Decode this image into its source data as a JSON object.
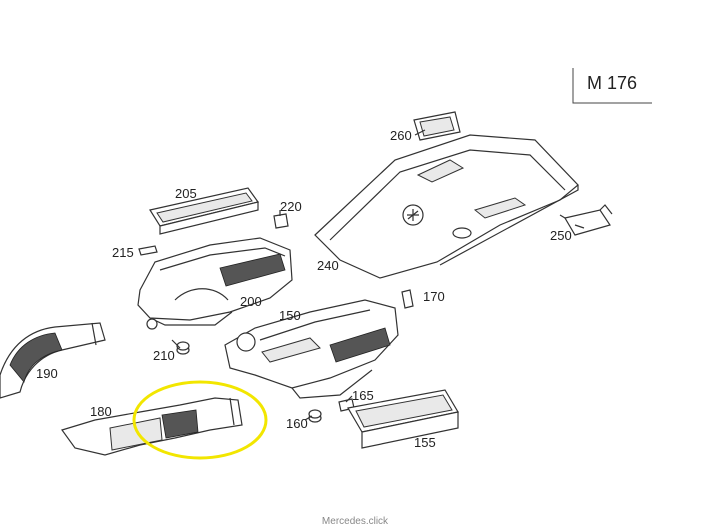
{
  "model_label": "M 176",
  "footer_text": "Mercedes.click",
  "highlight_color": "#f2e600",
  "callouts": {
    "c260": "260",
    "c205": "205",
    "c220": "220",
    "c215": "215",
    "c240": "240",
    "c250": "250",
    "c200": "200",
    "c170": "170",
    "c150": "150",
    "c210": "210",
    "c190": "190",
    "c165": "165",
    "c180": "180",
    "c160": "160",
    "c155": "155"
  }
}
